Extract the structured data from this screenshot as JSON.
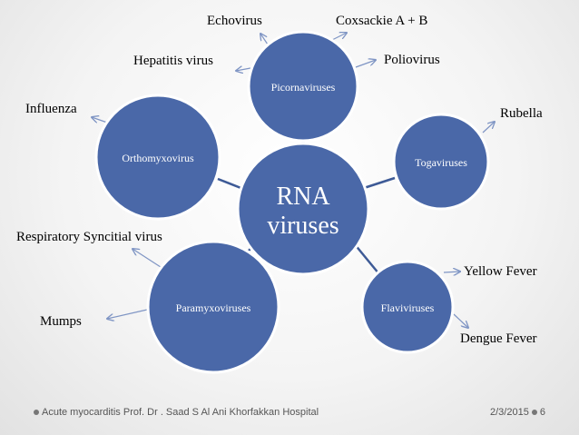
{
  "center": {
    "line1": "RNA",
    "line2": "viruses"
  },
  "families": [
    {
      "id": "picornaviruses",
      "label": "Picornaviruses"
    },
    {
      "id": "togaviruses",
      "label": "Togaviruses"
    },
    {
      "id": "flaviviruses",
      "label": "Flaviviruses"
    },
    {
      "id": "paramyxoviruses",
      "label": "Paramyxoviruses"
    },
    {
      "id": "orthomyxovirus",
      "label": "Orthomyxovirus"
    }
  ],
  "examples": {
    "echovirus": "Echovirus",
    "coxsackie": "Coxsackie A + B",
    "hepatitis": "Hepatitis virus",
    "poliovirus": "Poliovirus",
    "rubella": "Rubella",
    "yellow_fever": "Yellow Fever",
    "dengue_fever": "Dengue Fever",
    "rsv": "Respiratory Syncitial virus",
    "mumps": "Mumps",
    "influenza": "Influenza"
  },
  "footer": {
    "source": "Acute myocarditis Prof. Dr . Saad S Al Ani  Khorfakkan Hospital",
    "date": "2/3/2015",
    "page": "6"
  },
  "colors": {
    "circle_fill": "#4a68a8",
    "circle_stroke": "#ffffff",
    "connector": "#3d5a96",
    "arrow": "#7f95c4"
  }
}
